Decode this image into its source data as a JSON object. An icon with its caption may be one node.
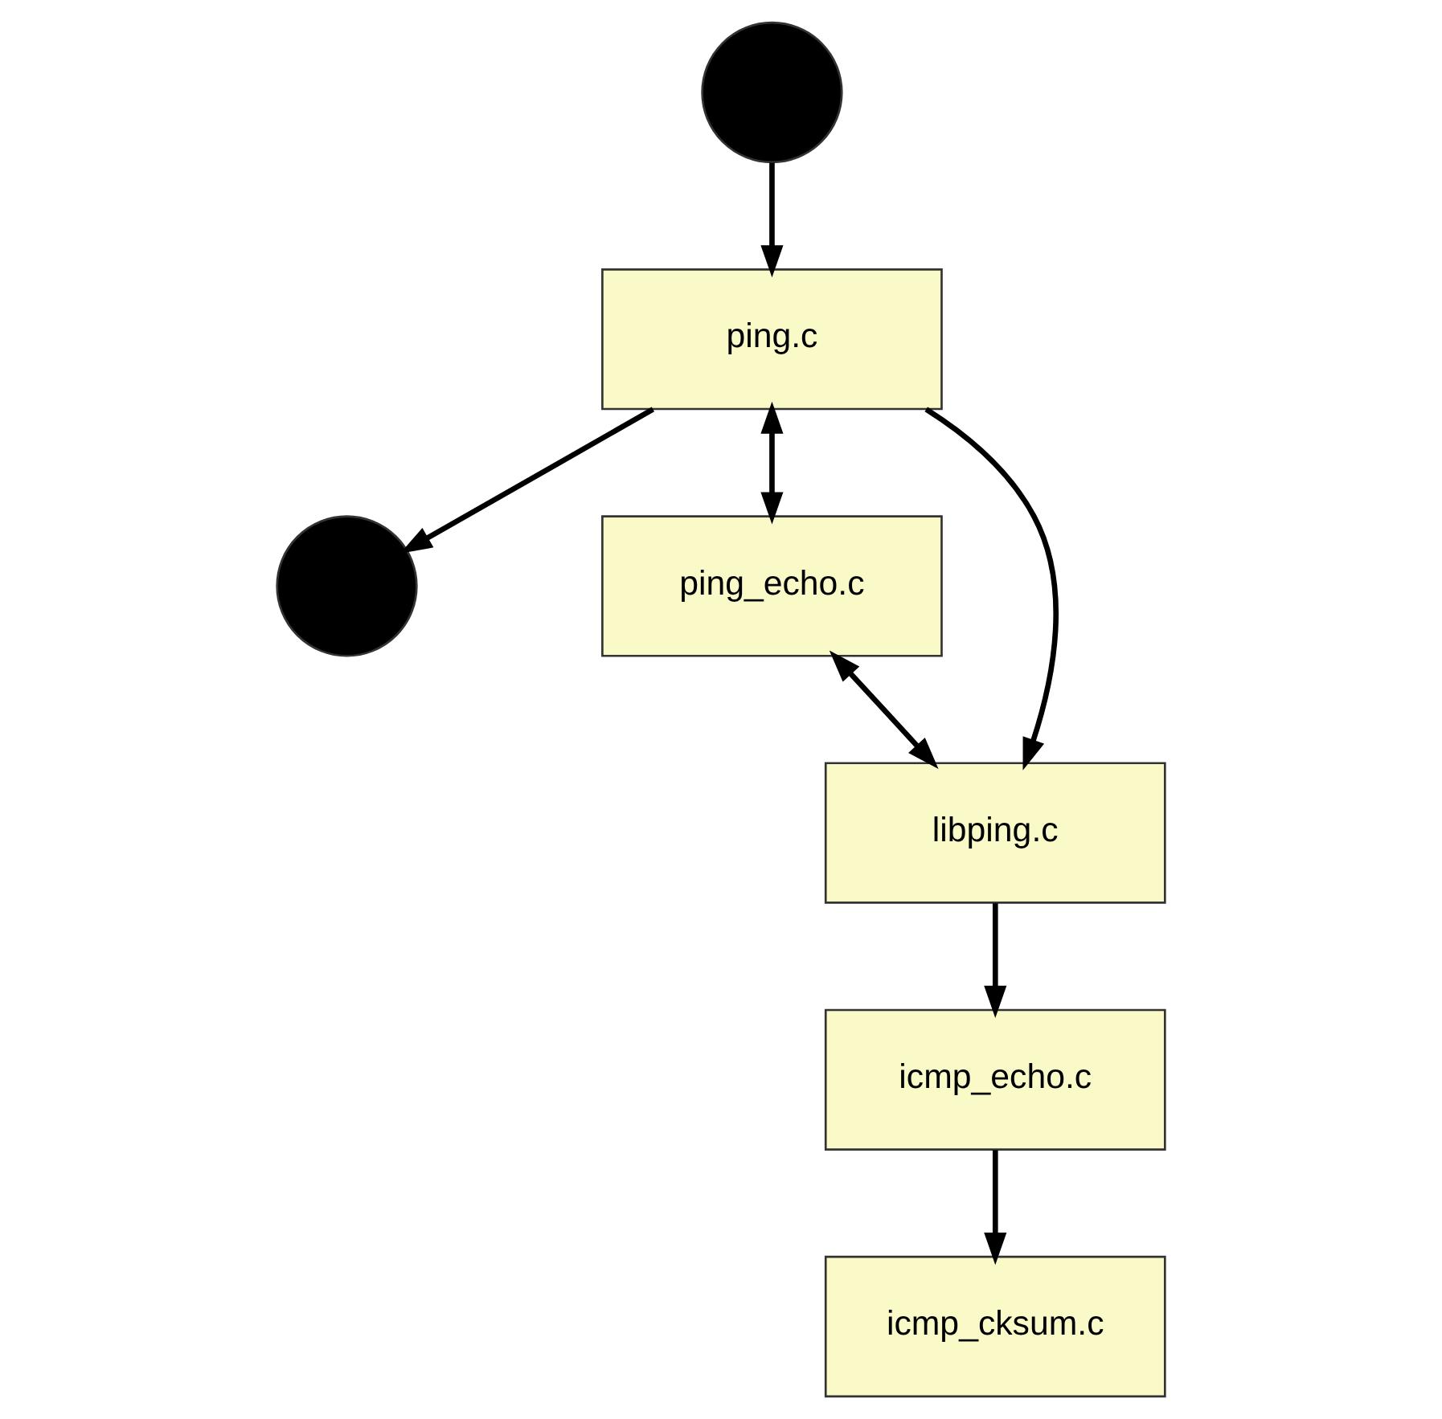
{
  "diagram": {
    "nodes": [
      {
        "text": [],
        "shape": "circle"
      },
      {
        "text": [
          "ping.c"
        ]
      },
      {
        "text": [],
        "shape": "circle"
      },
      {
        "text": [
          "ping_echo.c"
        ]
      },
      {
        "text": [
          "libping.c"
        ]
      },
      {
        "text": [
          "icmp_echo.c"
        ]
      },
      {
        "text": [
          "icmp_cksum.c"
        ]
      }
    ],
    "edges": [
      {
        "from": 0,
        "to": 1,
        "arrow": "to"
      },
      {
        "from": 1,
        "to": 2,
        "arrow": "to"
      },
      {
        "from": 1,
        "to": 3,
        "arrow": "both"
      },
      {
        "from": 1,
        "to": 4,
        "arrow": "to"
      },
      {
        "from": 3,
        "to": 4,
        "arrow": "both"
      },
      {
        "from": 4,
        "to": 5,
        "arrow": "to"
      },
      {
        "from": 5,
        "to": 6,
        "arrow": "to"
      }
    ]
  }
}
